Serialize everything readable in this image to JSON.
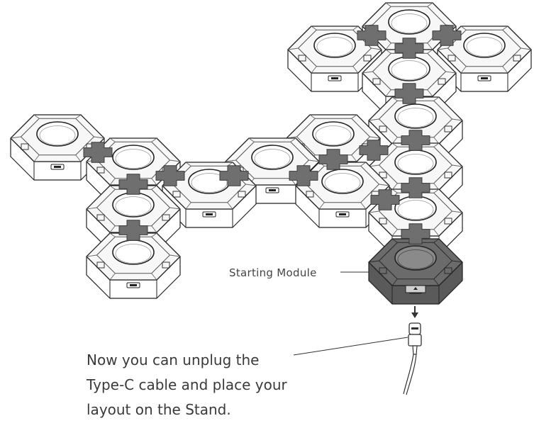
{
  "labels": {
    "starting_module": "Starting Module"
  },
  "instruction": {
    "line1": "Now you can unplug the",
    "line2": "Type-C cable and place your",
    "line3": "layout on the Stand."
  },
  "colors": {
    "module_fill": "#f7f7f7",
    "module_side": "#ffffff",
    "outline": "#222222",
    "connector": "#6f6f6f",
    "starting_module": "#6b6b6b",
    "text": "#3a3a3a"
  }
}
